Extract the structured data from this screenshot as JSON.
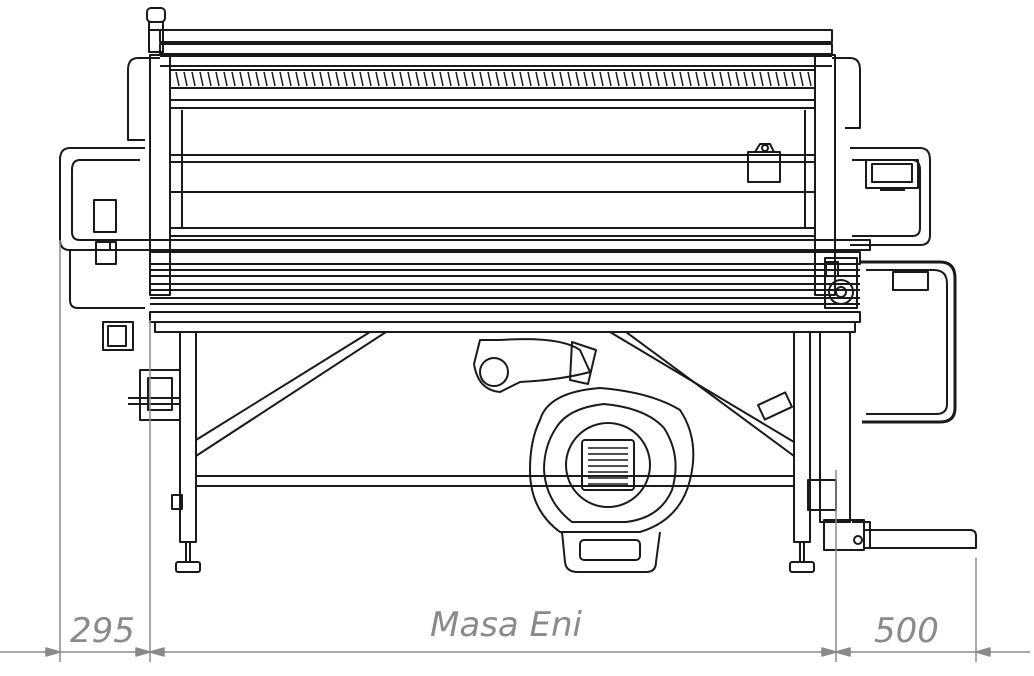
{
  "dimensions": {
    "left_offset": "295",
    "table_width": "Masa Eni",
    "right_offset": "500"
  },
  "colors": {
    "line": "#1a1a1a",
    "dimension": "#8a8a8a",
    "background": "#ffffff"
  }
}
